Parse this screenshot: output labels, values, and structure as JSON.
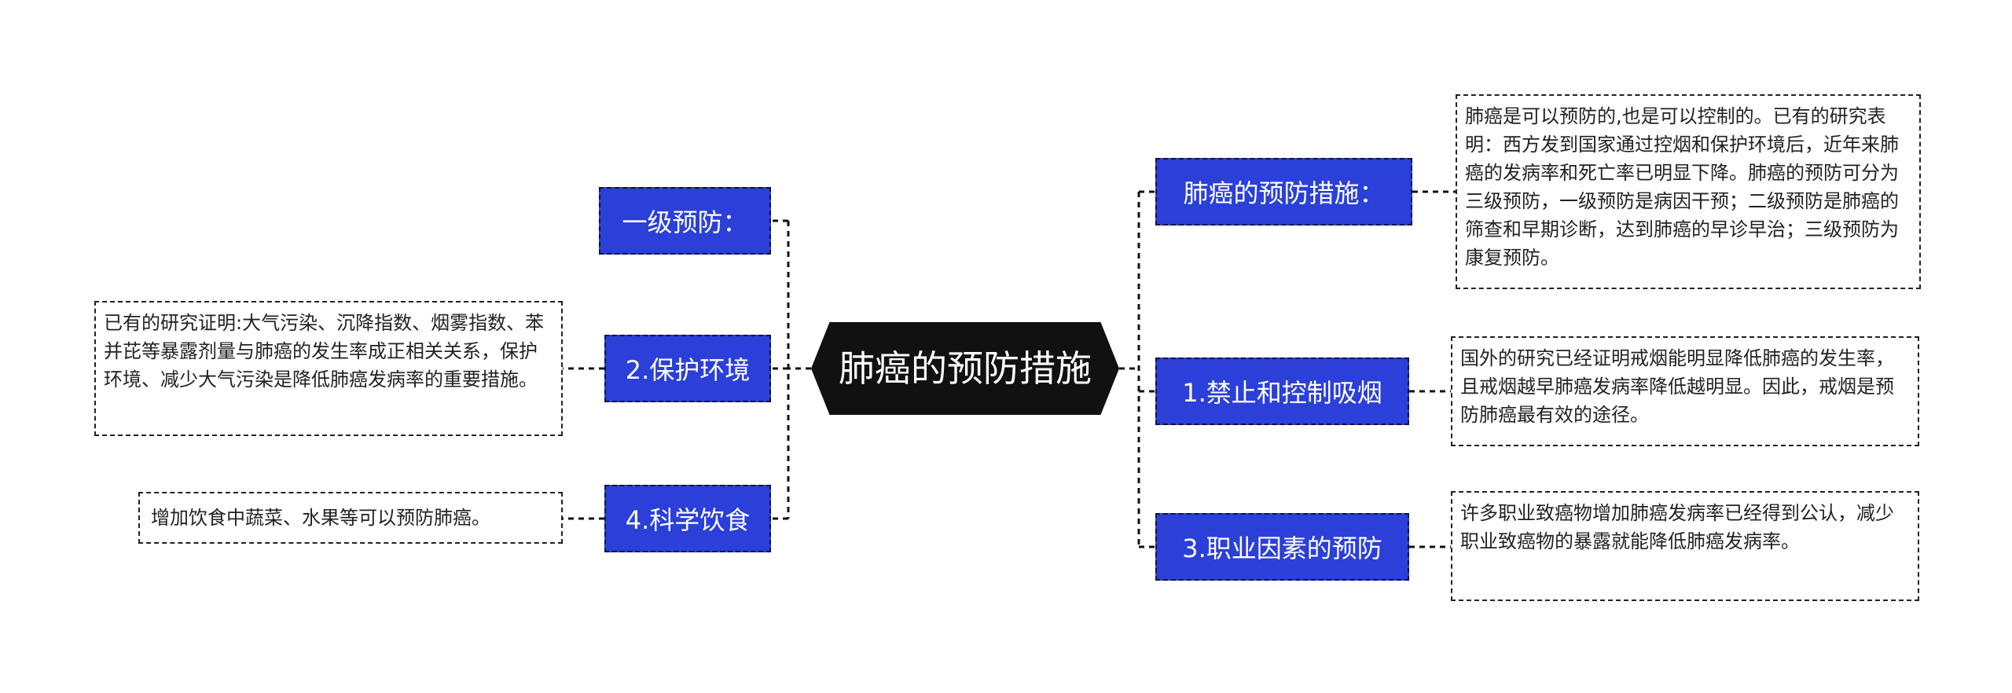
{
  "center": {
    "label": "肺癌的预防措施"
  },
  "topics": {
    "primary": "一级预防：",
    "env": "2.保护环境",
    "diet": "4.科学饮食",
    "measures": "肺癌的预防措施：",
    "smoking": "1.禁止和控制吸烟",
    "occupational": "3.职业因素的预防"
  },
  "notes": {
    "env": "已有的研究证明:大气污染、沉降指数、烟雾指数、苯并芘等暴露剂量与肺癌的发生率成正相关关系，保护环境、减少大气污染是降低肺癌发病率的重要措施。",
    "diet": "增加饮食中蔬菜、水果等可以预防肺癌。",
    "measures": "肺癌是可以预防的,也是可以控制的。已有的研究表明：西方发到国家通过控烟和保护环境后，近年来肺癌的发病率和死亡率已明显下降。肺癌的预防可分为三级预防，一级预防是病因干预；二级预防是肺癌的筛查和早期诊断，达到肺癌的早诊早治；三级预防为康复预防。",
    "smoking": "国外的研究已经证明戒烟能明显降低肺癌的发生率，且戒烟越早肺癌发病率降低越明显。因此，戒烟是预防肺癌最有效的途径。",
    "occupational": "许多职业致癌物增加肺癌发病率已经得到公认，减少职业致癌物的暴露就能降低肺癌发病率。"
  },
  "colors": {
    "topic_fill": "#2b3fd9",
    "center_fill": "#111111",
    "connector": "#111111"
  }
}
